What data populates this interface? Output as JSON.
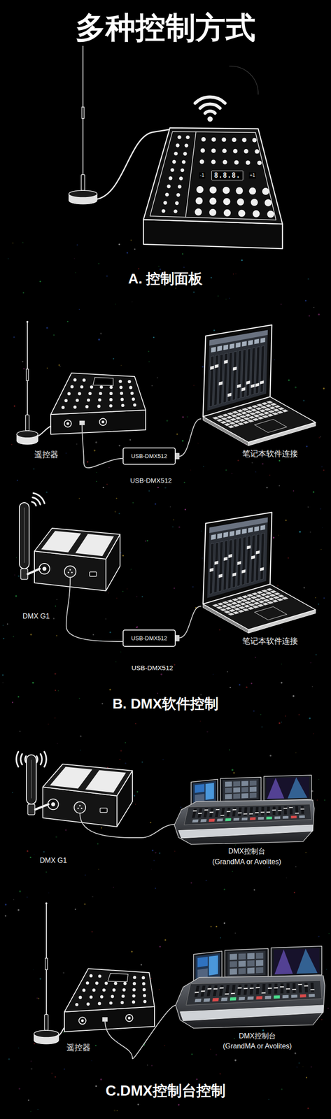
{
  "diagram": {
    "title": "多种控制方式",
    "nodes": [
      {
        "text": [
          "-1",
          "8.8.8.",
          "+1"
        ]
      },
      {
        "text": [
          "遥控器"
        ]
      },
      {
        "text": [
          "USB-DMX512",
          "USB-DMX512"
        ]
      },
      {
        "text": [
          "笔记本软件连接"
        ]
      },
      {
        "text": [
          "DMX G1"
        ]
      },
      {
        "text": [
          "USB-DMX512",
          "USB-DMX512"
        ]
      },
      {
        "text": [
          "笔记本软件连接"
        ]
      },
      {
        "text": [
          "DMX G1"
        ]
      },
      {
        "text": [
          "DMX控制台",
          "(GrandMA or Avolites)"
        ]
      },
      {
        "text": [
          "遥控器"
        ]
      },
      {
        "text": [
          "DMX控制台",
          "(GrandMA or Avolites)"
        ]
      }
    ],
    "edges": [
      {
        "from": 1,
        "to": 2,
        "arrow": "none"
      },
      {
        "from": 2,
        "to": 3,
        "arrow": "none"
      },
      {
        "from": 4,
        "to": 5,
        "arrow": "none"
      },
      {
        "from": 5,
        "to": 6,
        "arrow": "none"
      },
      {
        "from": 7,
        "to": 8,
        "arrow": "none"
      },
      {
        "from": 9,
        "to": 10,
        "arrow": "none"
      }
    ],
    "labels": [
      "A. 控制面板",
      "B. DMX软件控制",
      "C.DMX控制台控制"
    ]
  }
}
